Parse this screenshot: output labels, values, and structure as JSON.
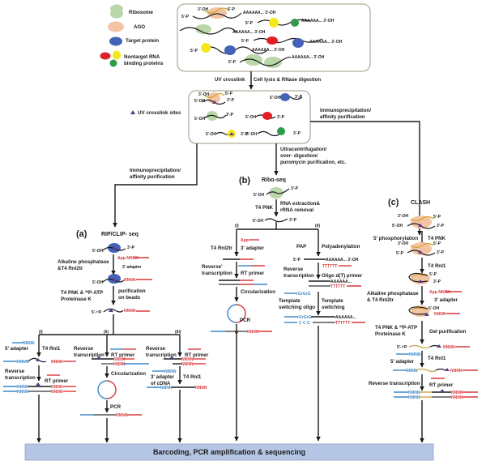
{
  "legend": {
    "ribosome": "Ribosome",
    "ago": "AGO",
    "target_protein": "Target protein",
    "nontarget_line1": "Nontarget RNA",
    "nontarget_line2": "binding proteins",
    "crosslink_sites": "UV crosslink sites"
  },
  "colors": {
    "ribosome": "#b9d7a8",
    "ago": "#f2c4a4",
    "target_protein": "#4463b8",
    "nontarget_red": "#e01f26",
    "nontarget_yellow": "#f4e81a",
    "nontarget_green": "#2f9b48",
    "crosslink": "#5b3a8c",
    "adapter_red": "#d9393c",
    "adapter_blue": "#3a86c8",
    "bottom_bar": "#b4c6e4"
  },
  "ends": {
    "p5": "5'-P",
    "oh3": "3'-OH",
    "oh5": "5'-OH",
    "p3": "3'-P",
    "polyA": "AAAAAA... 3'-OH",
    "polyA_short": "AAAAAA...",
    "p32": "5'-³²P",
    "nnnn": "NNNN",
    "app": "App-NNNN",
    "app_short": "App",
    "tttttt": "TTTTTT",
    "rggg": "rGrGrG",
    "ccc": "C C C"
  },
  "steps": {
    "uv_crosslink": "UV crosslink",
    "cell_lysis": "Cell lysis & RNase digestion",
    "ip_line1": "Immunoprecipitation/",
    "ip_line2": "affinity purification",
    "ultra_line1": "Ultracentrifugation/",
    "ultra_line2": "over- digestion/",
    "ultra_line3": "puromycin purification, etc."
  },
  "panel_a": {
    "label": "(a)",
    "title": "RIP/CLIP- seq",
    "alk_line1": "Alkaline phosphatase",
    "alk_line2": "&T4 Rnl2tr",
    "adapter3": "3' adapter",
    "pnk_line1": "T4 PNK & ³²P-ATP",
    "pnk_line2": "Proteinase K",
    "beads_line1": "purification",
    "beads_line2": "on beads",
    "i": "(i)",
    "ii": "(ii)",
    "iii": "(iii)",
    "adapter5": "5' adapter",
    "rnl1": "T4 Rnl1",
    "rt_line1": "Reverse",
    "rt_line2": "transcription",
    "rt_primer": "RT primer",
    "circ": "Circularization",
    "pcr": "PCR",
    "cdna_line1": "3' adapter",
    "cdna_line2": "of cDNA"
  },
  "panel_b": {
    "label": "(b)",
    "title": "Ribo-seq",
    "pnk": "T4 PNK",
    "extract_line1": "RNA extraction&",
    "extract_line2": "rRNA removal",
    "i": "(i)",
    "ii": "(ii)",
    "rnl2tr": "T4 Rnl2tr",
    "adapter3": "3' adapter",
    "rt_line1": "Reverse'",
    "rt_line2": "transcription",
    "rt_primer": "RT primer",
    "circ": "Circularization",
    "pcr": "PCR",
    "pap": "PAP",
    "polyadenylation": "Polyadenylation",
    "rt2_line1": "Reverse",
    "rt2_line2": "transcription",
    "oligo_dt": "Oligo d(T) primer",
    "tso_line1": "Template",
    "tso_line2": "switching oligo",
    "ts_line1": "Template",
    "ts_line2": "switching"
  },
  "panel_c": {
    "label": "(c)",
    "title": "CLASH",
    "phos": "5' phosphorylation",
    "pnk": "T4 PNK",
    "rnl1": "T4 Rnl1",
    "alk_line1": "Alkaline phosphatase",
    "alk_line2": "&  T4 Rnl2tr",
    "adapter3": "3' adapter",
    "pnk_line1": "T4 PNK & ³²P-ATP",
    "pnk_line2": "Proteinase K",
    "gel": "Gel purification",
    "rnl1_b": "T4 Rnl1",
    "adapter5": "5' adapter",
    "rt": "Reverse transcription",
    "rt_primer": "RT primer"
  },
  "footer": {
    "label": "Barcoding, PCR amplification & sequencing"
  }
}
